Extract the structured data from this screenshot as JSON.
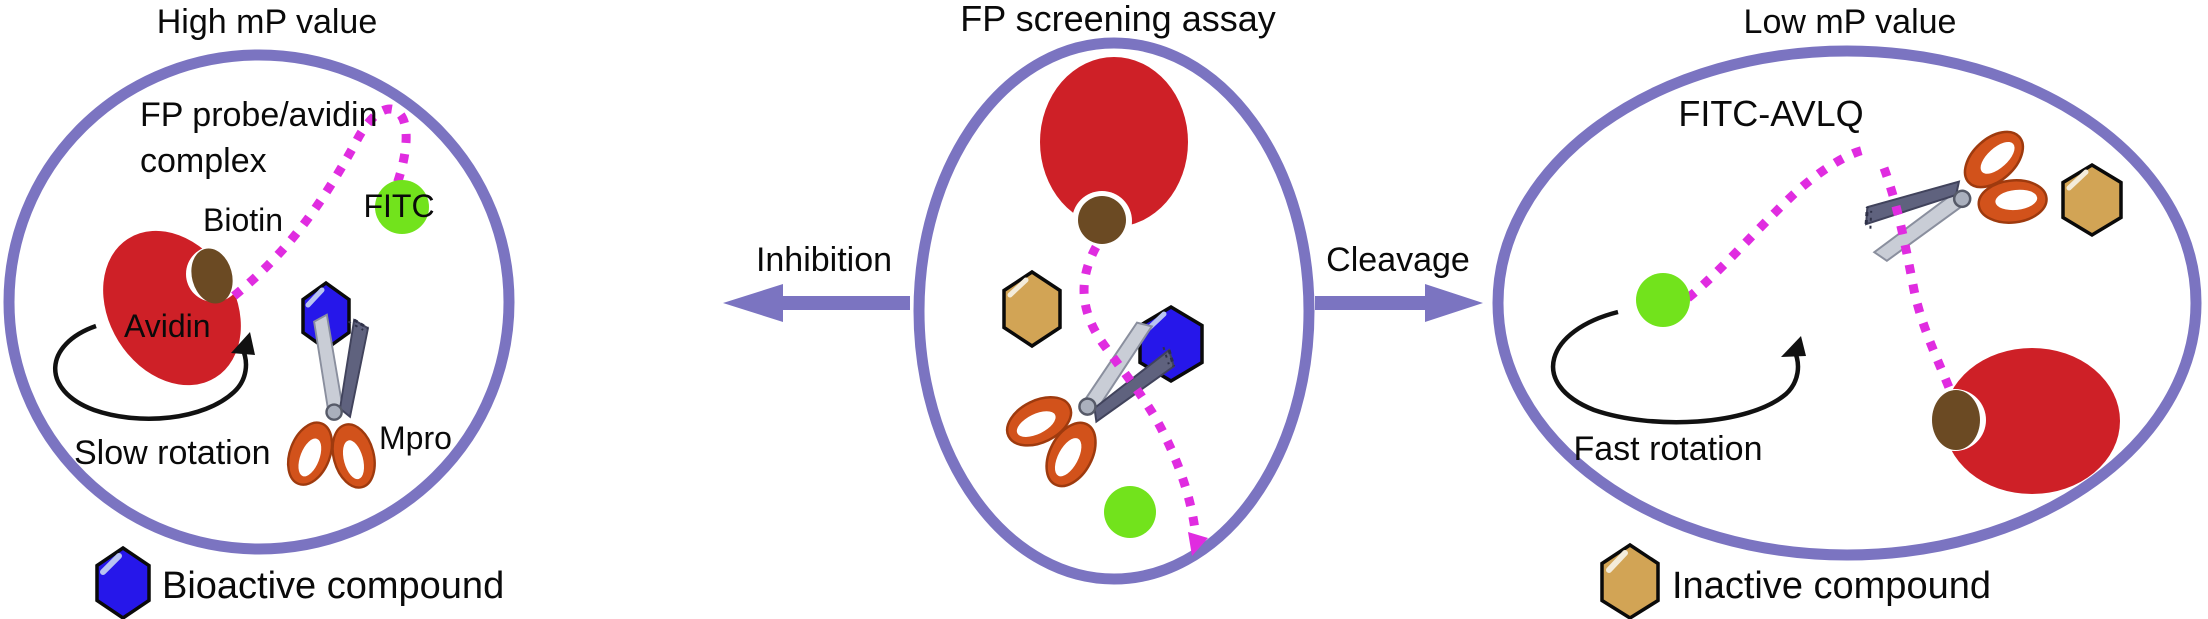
{
  "figure": {
    "type": "mechanism-schematic",
    "description": "Fluorescence polarization screening assay schematic"
  },
  "panels": {
    "left": {
      "title": "High mP value",
      "complex_line1": "FP probe/avidin",
      "complex_line2": "complex",
      "biotin_label": "Biotin",
      "fitc_label": "FITC",
      "avidin_label": "Avidin",
      "rotation_label": "Slow rotation",
      "protease_label": "Mpro"
    },
    "middle": {
      "title": "FP screening assay"
    },
    "right": {
      "title": "Low mP value",
      "probe_label": "FITC-AVLQ",
      "rotation_label": "Fast rotation"
    }
  },
  "arrows": {
    "left_label": "Inhibition",
    "right_label": "Cleavage"
  },
  "legend": {
    "bioactive": "Bioactive compound",
    "inactive": "Inactive compound"
  },
  "colors": {
    "outline_purple": "#7b74c1",
    "protein_red": "#ce2027",
    "biotin_brown": "#6b4a23",
    "fitc_green": "#72e31c",
    "linker_magenta": "#e02ce0",
    "bioactive_blue": "#2617ea",
    "inactive_tan": "#d2a455",
    "scissors_orange": "#d2521b",
    "arc_black": "#111111"
  }
}
